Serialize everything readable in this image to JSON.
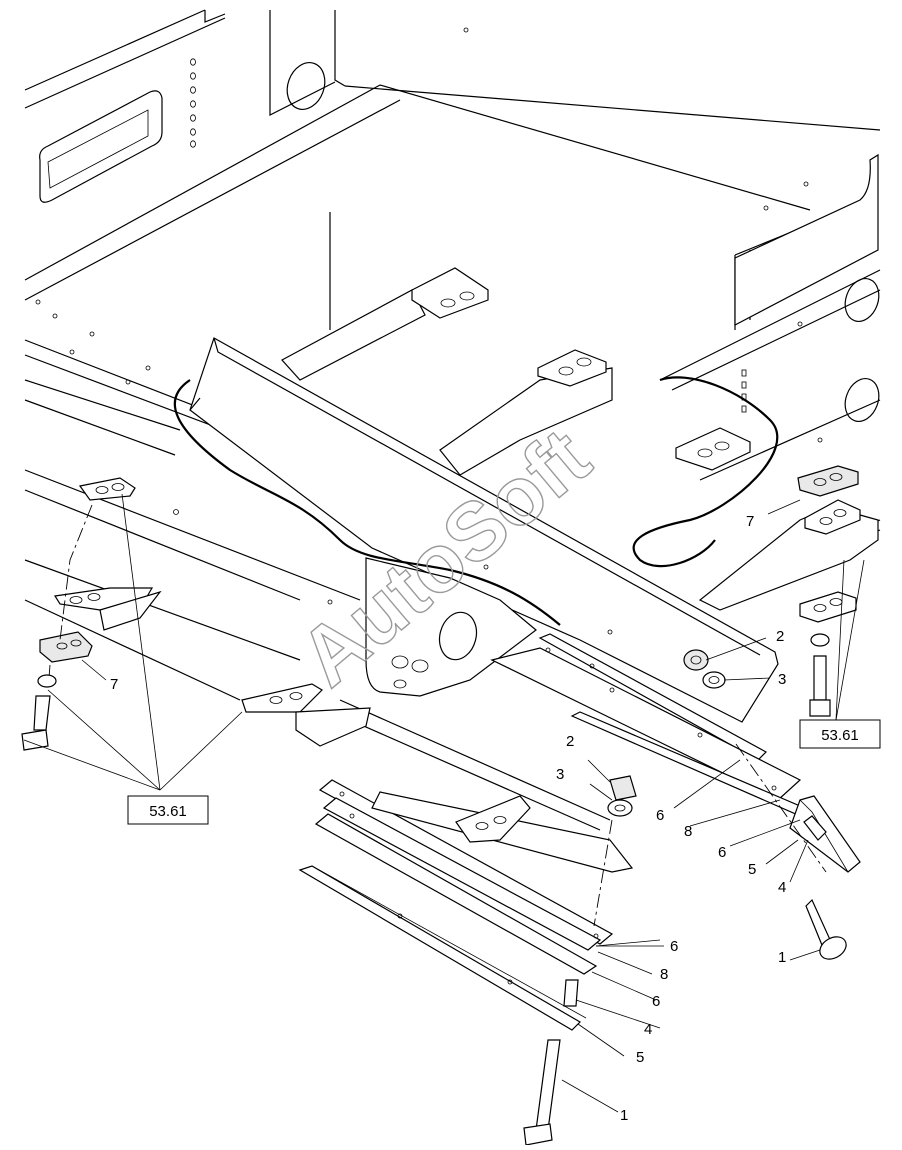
{
  "watermark": "AutoSoft",
  "reference_boxes": [
    "53.61",
    "53.61"
  ],
  "callouts": [
    {
      "id": "c7a",
      "text": "7"
    },
    {
      "id": "c7b",
      "text": "7"
    },
    {
      "id": "c2a",
      "text": "2"
    },
    {
      "id": "c3a",
      "text": "3"
    },
    {
      "id": "c2b",
      "text": "2"
    },
    {
      "id": "c3b",
      "text": "3"
    },
    {
      "id": "c6a",
      "text": "6"
    },
    {
      "id": "c8a",
      "text": "8"
    },
    {
      "id": "c6b",
      "text": "6"
    },
    {
      "id": "c5a",
      "text": "5"
    },
    {
      "id": "c4a",
      "text": "4"
    },
    {
      "id": "c1a",
      "text": "1"
    },
    {
      "id": "c6c",
      "text": "6"
    },
    {
      "id": "c8b",
      "text": "8"
    },
    {
      "id": "c6d",
      "text": "6"
    },
    {
      "id": "c4b",
      "text": "4"
    },
    {
      "id": "c5b",
      "text": "5"
    },
    {
      "id": "c1b",
      "text": "1"
    }
  ]
}
